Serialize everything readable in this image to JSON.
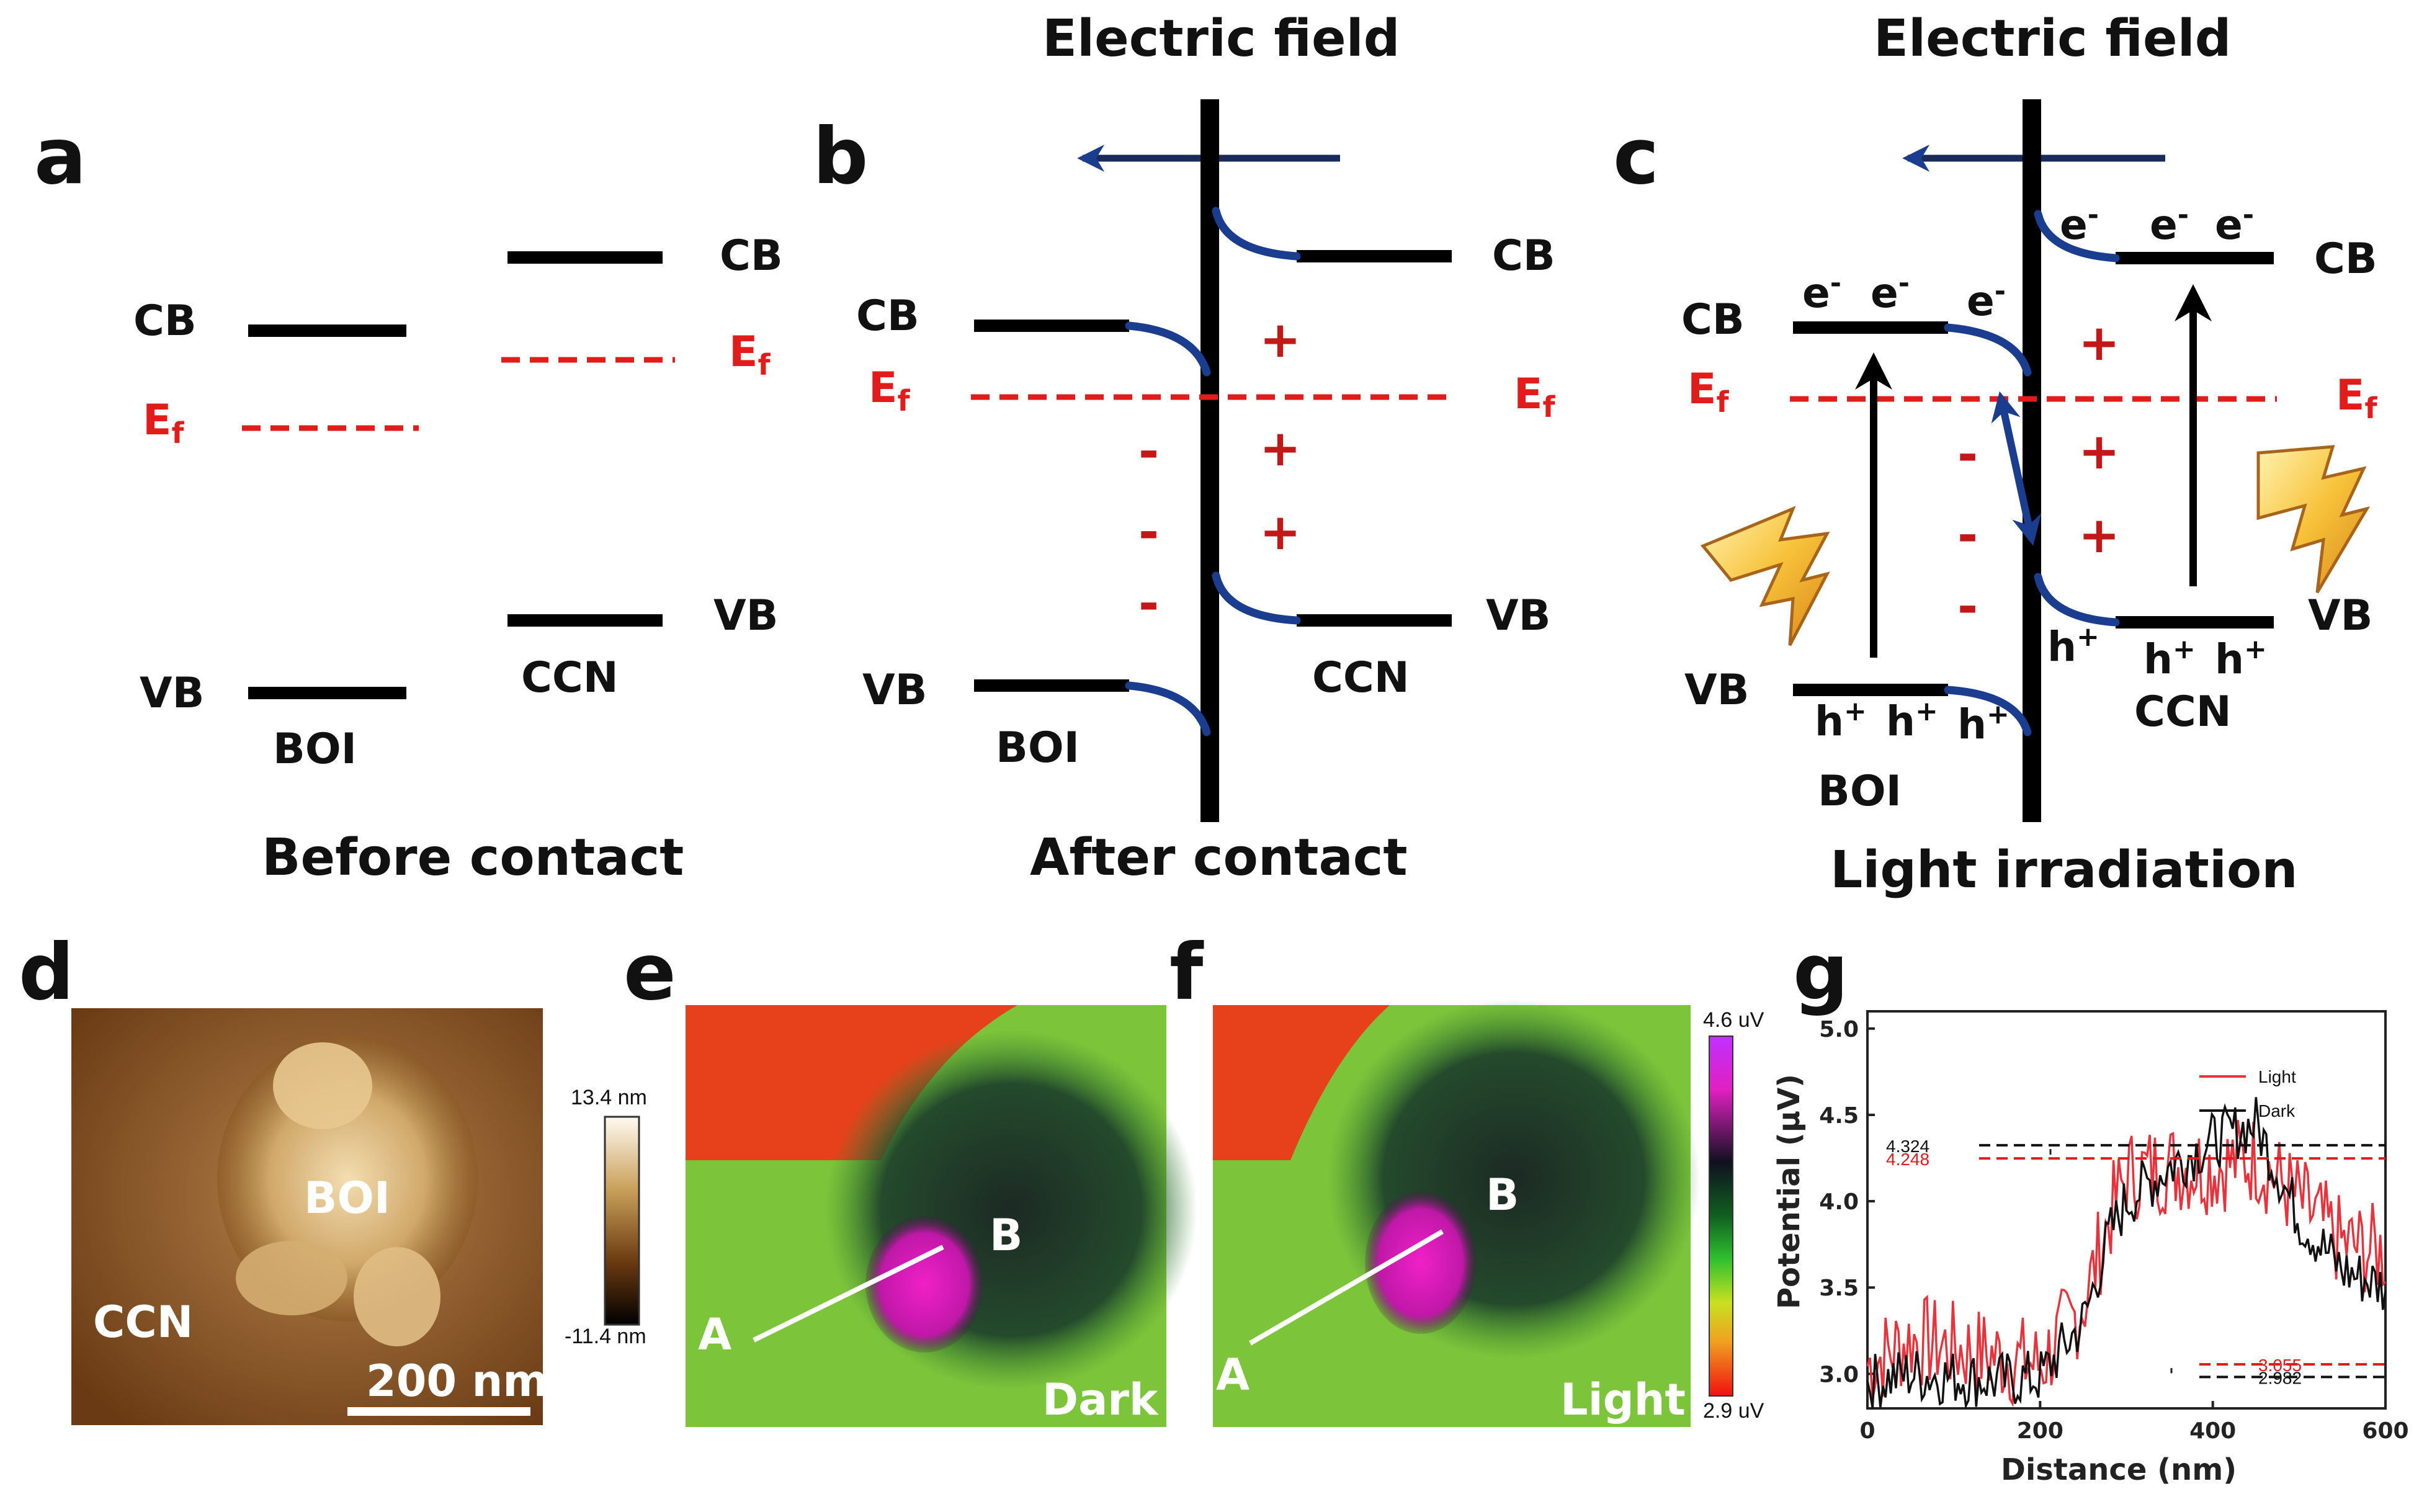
{
  "panel_letters": {
    "a": "a",
    "b": "b",
    "c": "c",
    "d": "d",
    "e": "e",
    "f": "f",
    "g": "g"
  },
  "band_diagram": {
    "cb": "CB",
    "vb": "VB",
    "ef_main": "E",
    "ef_sub": "f",
    "boi": "BOI",
    "ccn": "CCN",
    "electric_field": "Electric field",
    "plus": "+",
    "minus": "-",
    "electron": "e",
    "electron_sup": "-",
    "hole": "h",
    "hole_sup": "+",
    "captions": {
      "a": "Before contact",
      "b": "After contact",
      "c": "Light irradiation"
    }
  },
  "afm": {
    "boi": "BOI",
    "ccn": "CCN",
    "scale_bar": "200 nm",
    "colorbar_max": "13.4 nm",
    "colorbar_min": "-11.4 nm"
  },
  "kpfm": {
    "point_a": "A",
    "point_b": "B",
    "dark": "Dark",
    "light": "Light",
    "colorbar_max": "4.6 uV",
    "colorbar_min": "2.9 uV"
  },
  "colors": {
    "ef_red": "#e21b1b",
    "bend_blue": "#1a3d8f",
    "light_series": "#e8323c",
    "dark_series": "#111111"
  },
  "icons": [
    "lightning-bolt-icon"
  ],
  "chart_data": {
    "type": "line",
    "xlabel": "Distance (nm)",
    "ylabel": "Potential (μV)",
    "xlim": [
      0,
      600
    ],
    "ylim": [
      2.8,
      5.1
    ],
    "xticks": [
      "0",
      "200",
      "400",
      "600"
    ],
    "yticks": [
      "3.0",
      "3.5",
      "4.0",
      "4.5",
      "5.0"
    ],
    "legend": "top-right",
    "series": [
      {
        "name": "Light",
        "color": "#e8323c",
        "x": [
          0,
          50,
          100,
          150,
          200,
          250,
          280,
          300,
          350,
          400,
          450,
          500,
          550,
          600
        ],
        "values": [
          3.05,
          3.2,
          3.15,
          3.1,
          3.05,
          3.4,
          3.9,
          4.15,
          4.2,
          4.2,
          4.25,
          4.0,
          3.75,
          3.7
        ]
      },
      {
        "name": "Dark",
        "color": "#111111",
        "x": [
          0,
          50,
          100,
          150,
          200,
          250,
          280,
          300,
          350,
          400,
          450,
          500,
          550,
          600
        ],
        "values": [
          2.95,
          3.0,
          2.98,
          2.96,
          2.98,
          3.3,
          3.8,
          4.0,
          4.2,
          4.35,
          4.45,
          3.9,
          3.6,
          3.5
        ]
      }
    ],
    "annotations": [
      {
        "text": "4.324",
        "value": 4.324,
        "color": "#111111"
      },
      {
        "text": "4.248",
        "value": 4.248,
        "color": "#e21b1b"
      },
      {
        "text": "3.055",
        "value": 3.055,
        "color": "#e21b1b"
      },
      {
        "text": "2.982",
        "value": 2.982,
        "color": "#111111"
      }
    ]
  }
}
